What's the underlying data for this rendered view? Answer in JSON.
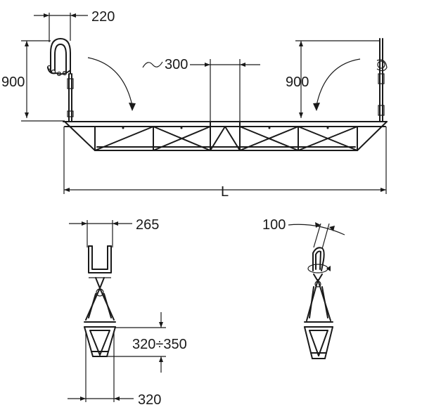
{
  "dimensions": {
    "top_width": "220",
    "left_height": "900",
    "right_height": "900",
    "span": "300",
    "length": "L",
    "end_width": "265",
    "depth_range": "320÷350",
    "bottom_width": "320",
    "hook_offset": "100"
  },
  "symbols": {
    "approx": "~"
  },
  "colors": {
    "line": "#1a1a1a",
    "background": "#ffffff"
  }
}
